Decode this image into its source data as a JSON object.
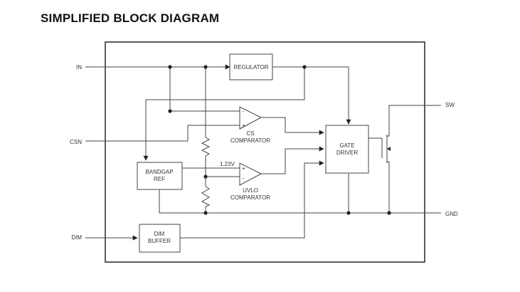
{
  "title": "SIMPLIFIED BLOCK DIAGRAM",
  "pins": {
    "in": "IN",
    "csn": "CSN",
    "dim": "DIM",
    "sw": "SW",
    "gnd": "GND"
  },
  "blocks": {
    "regulator": "REGULATOR",
    "gate_driver": [
      "GATE",
      "DRIVER"
    ],
    "bandgap_ref": [
      "BANDGAP",
      "REF"
    ],
    "dim_buffer": [
      "DIM",
      "BUFFER"
    ]
  },
  "comparators": {
    "cs": {
      "name": "CS",
      "label": "COMPARATOR",
      "plus": "+",
      "minus": "-"
    },
    "uvlo": {
      "name": "UVLO",
      "label": "COMPARATOR",
      "plus": "+",
      "minus": "-"
    }
  },
  "reference_voltage": "1.23V",
  "colors": {
    "line": "#444444",
    "text": "#333333",
    "background": "#ffffff"
  }
}
